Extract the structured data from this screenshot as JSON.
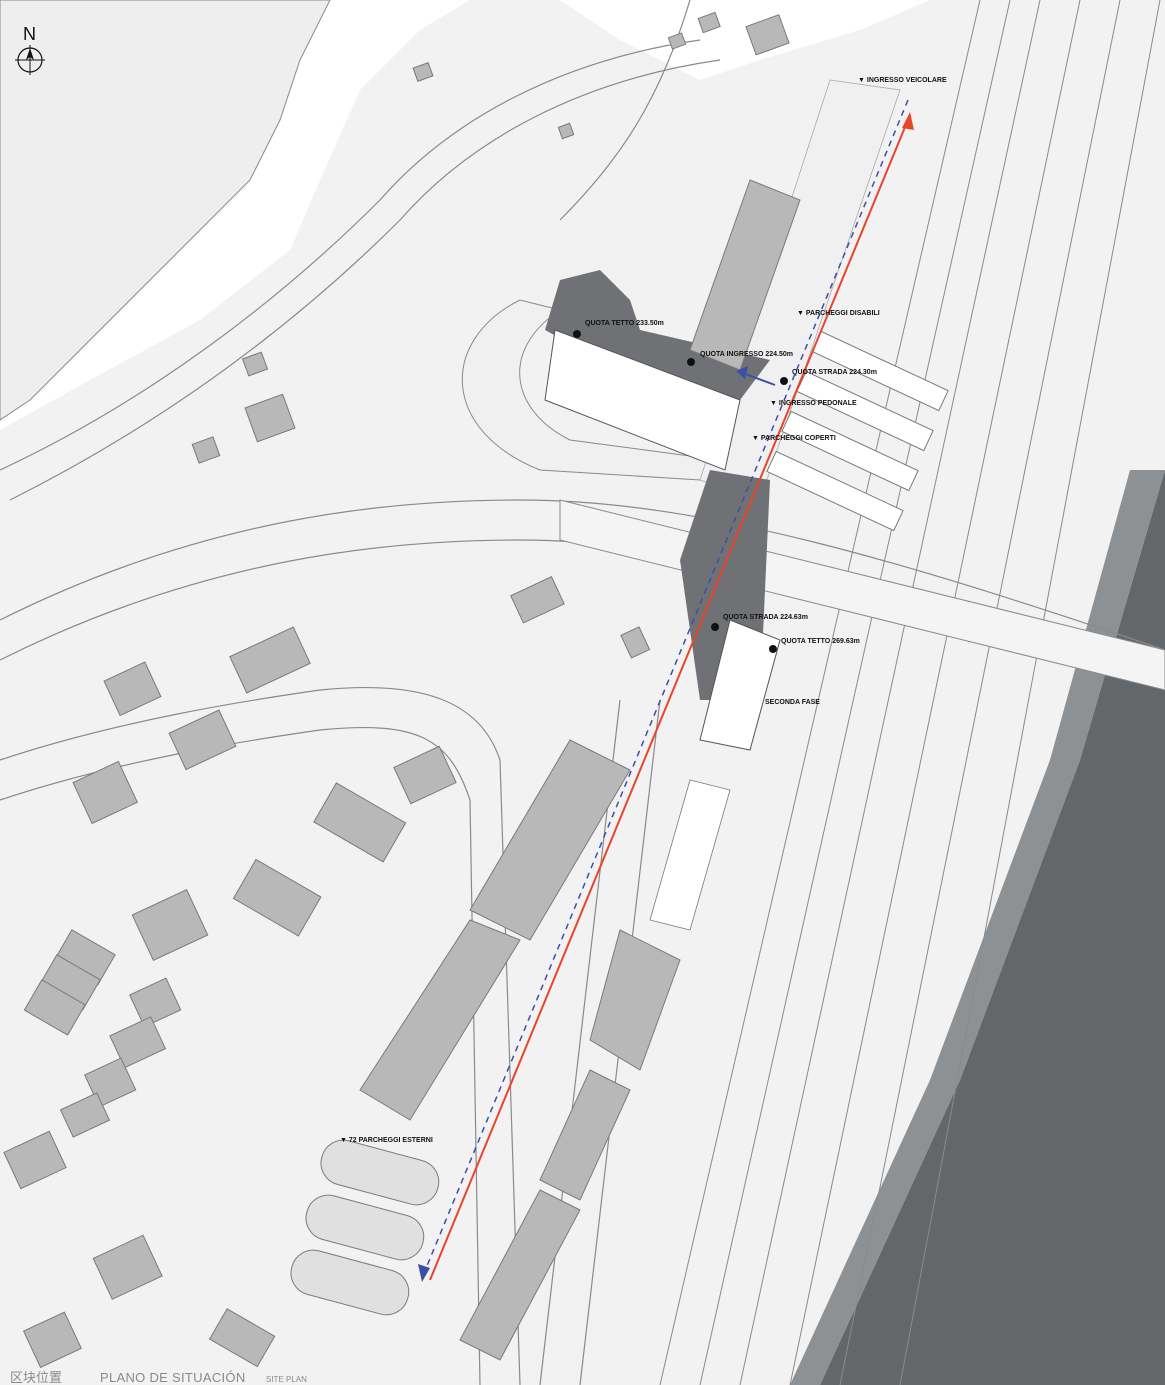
{
  "compass": {
    "letter": "N",
    "icon": "north-arrow-icon"
  },
  "labels": {
    "ingresso_veicolare": "▼ INGRESSO VEICOLARE",
    "parcheggi_disabili": "▼ PARCHEGGI DISABILI",
    "quota_tetto_1": "QUOTA TETTO 233.50m",
    "quota_ingresso": "QUOTA INGRESSO 224.50m",
    "quota_strada_1": "QUOTA STRADA 224.30m",
    "ingresso_pedonale": "▼ INGRESSO PEDONALE",
    "parcheggi_coperti": "▼ PARCHEGGI COPERTI",
    "quota_strada_2": "QUOTA STRADA 224.63m",
    "quota_tetto_2": "QUOTA TETTO 269.63m",
    "seconda_fase": "SECONDA FASE",
    "parcheggi_esterni": "▼ 72 PARCHEGGI ESTERNI"
  },
  "caption": {
    "zh": "区块位置",
    "es": "PLANO DE SITUACIÓN",
    "en": "SITE PLAN"
  },
  "colors": {
    "background": "#ffffff",
    "ground": "#efefef",
    "building": "#b8b8b8",
    "building_stroke": "#7a7a7a",
    "dark_volume": "#6f7174",
    "river": "#64676a",
    "road_line": "#8a8a8a",
    "red_path": "#e8452c",
    "blue_path": "#3c4fa8"
  }
}
